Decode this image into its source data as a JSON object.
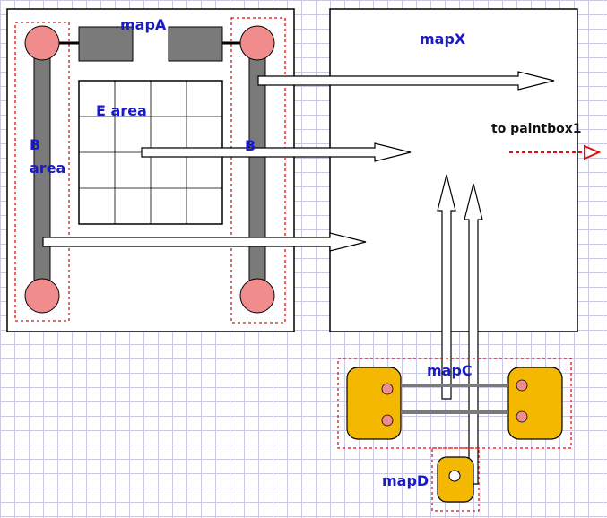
{
  "labels": {
    "map_a": "mapA",
    "map_x": "mapX",
    "e_area": "E area",
    "b_area_left_line1": "B",
    "b_area_left_line2": "area",
    "b_right": "B",
    "map_c": "mapC",
    "map_d": "mapD",
    "to_paintbox": "to paintbox1"
  },
  "colors": {
    "label_blue": "#1a1acc",
    "dashed_red": "#dd1111",
    "pink_circle": "#f08c8c",
    "gray_bar": "#7a7a7a",
    "orange_block": "#f5b800",
    "grid_line": "#c9cbe3"
  }
}
